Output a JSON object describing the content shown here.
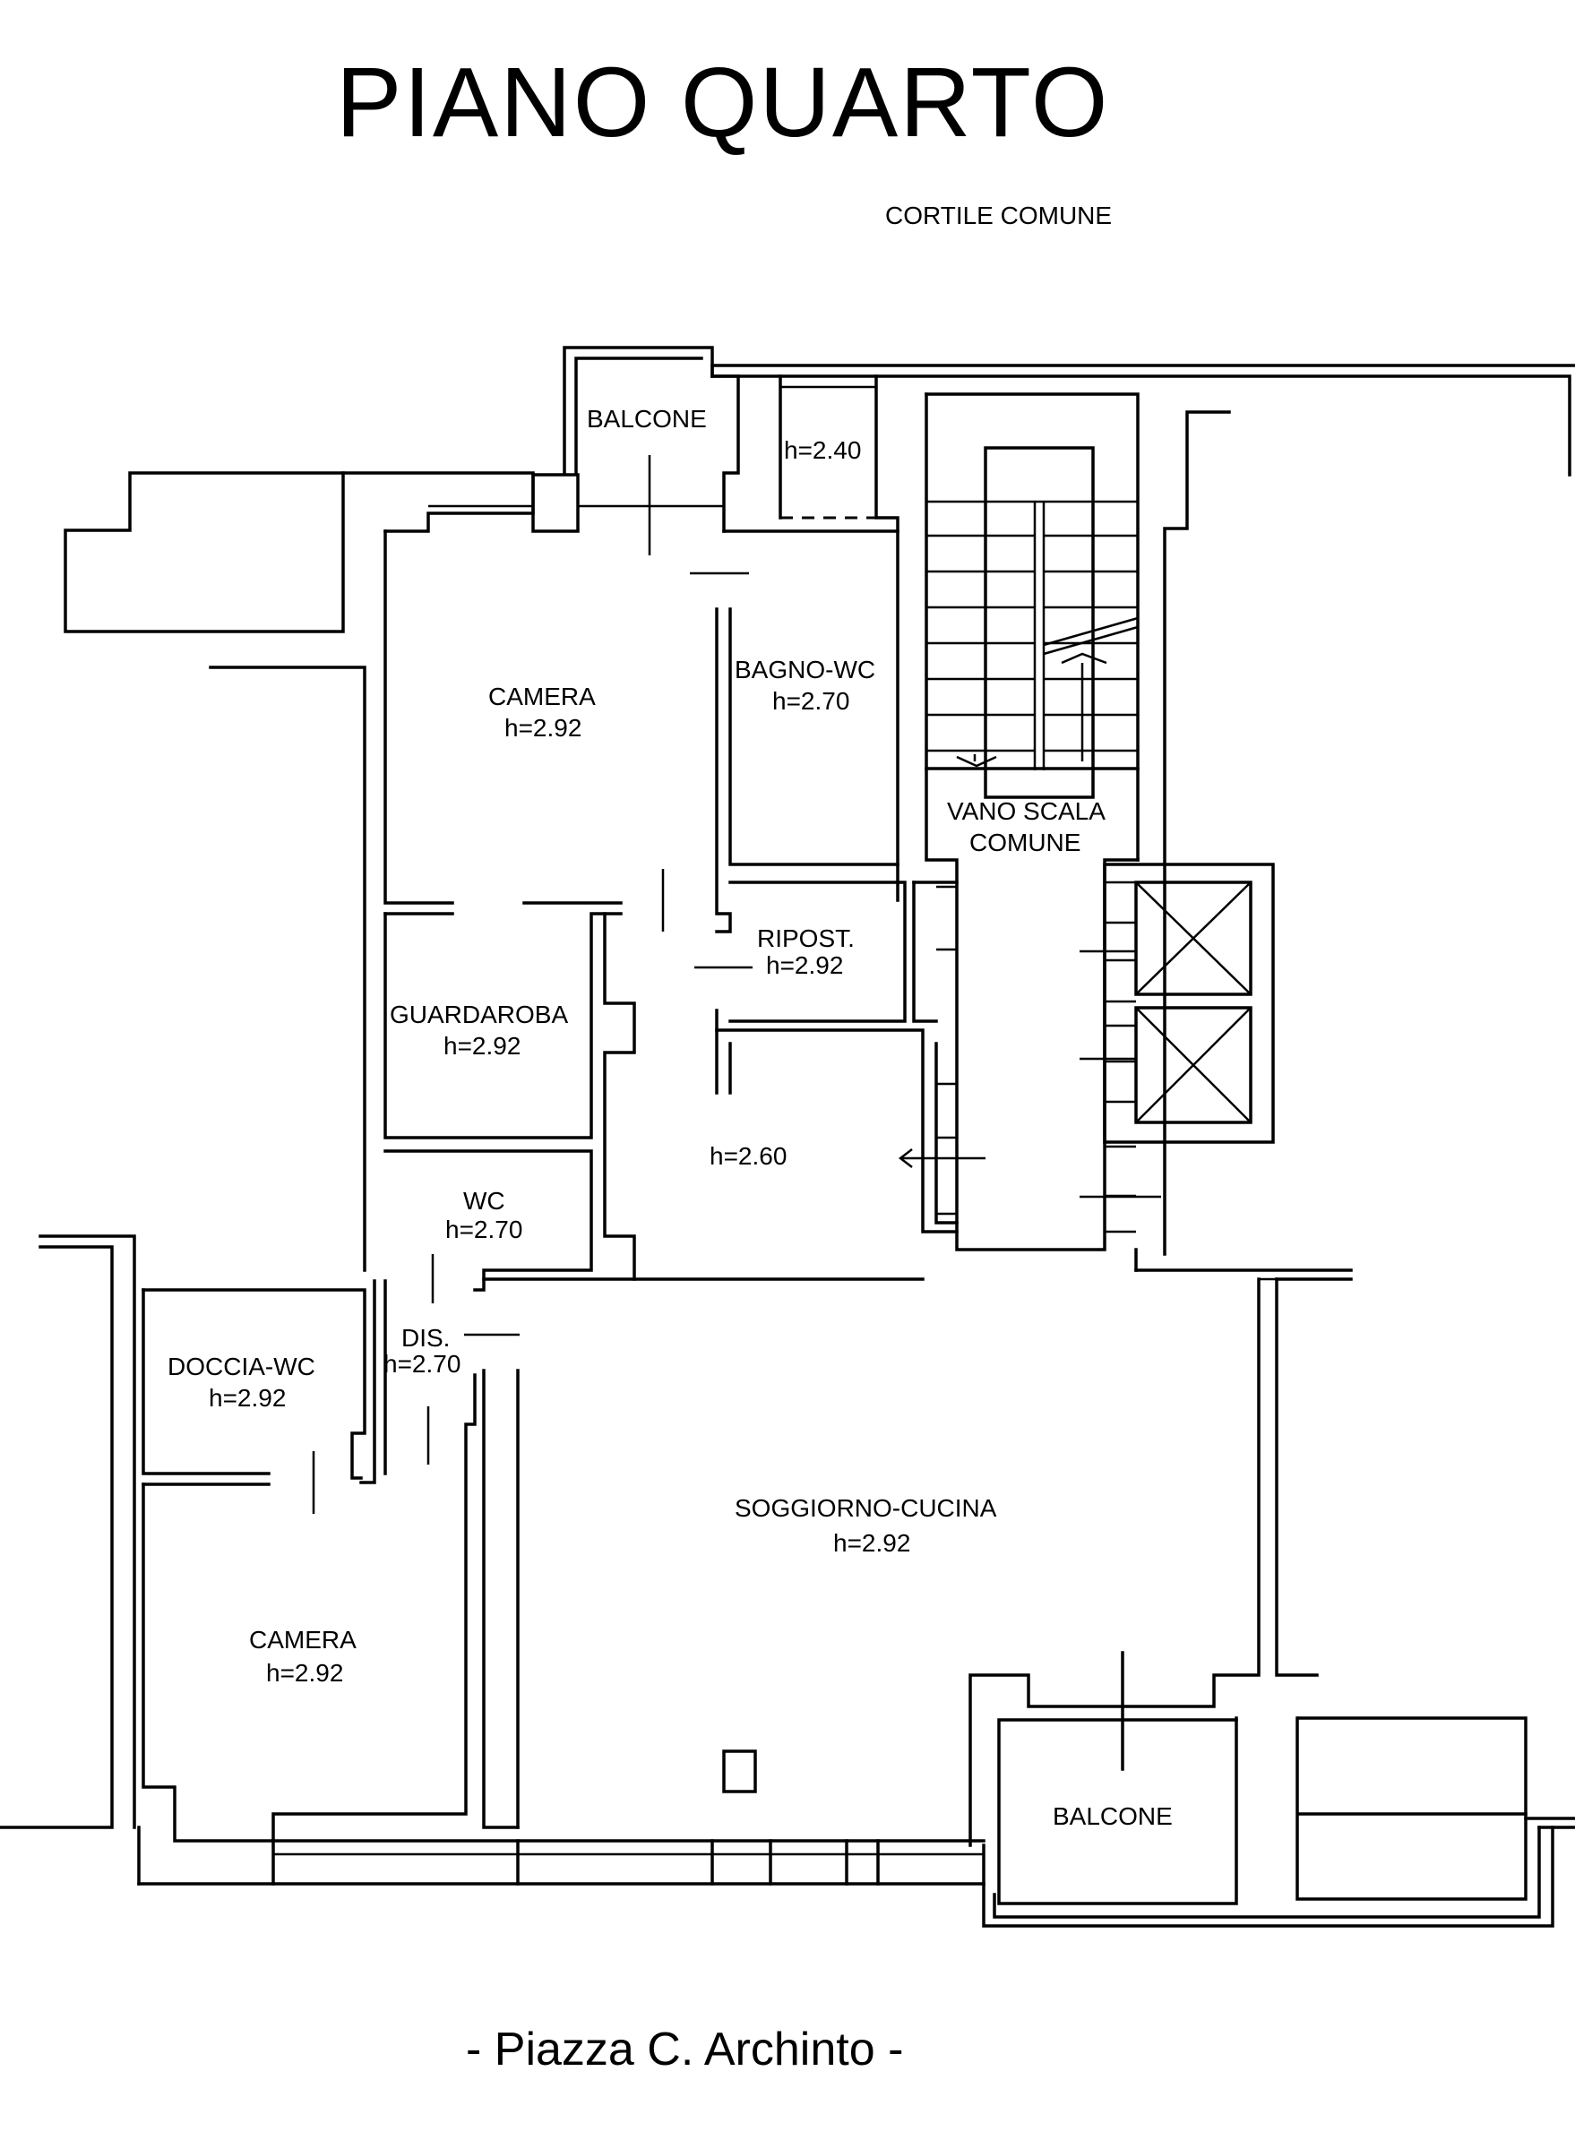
{
  "title": "PIANO QUARTO",
  "courtyard": "CORTILE COMUNE",
  "street": "- Piazza C. Archinto -",
  "rooms": {
    "balcone_top": {
      "name": "BALCONE"
    },
    "small_top": {
      "height": "h=2.40"
    },
    "camera_top": {
      "name": "CAMERA",
      "height": "h=2.92"
    },
    "bagno": {
      "name": "BAGNO-WC",
      "height": "h=2.70"
    },
    "vano_scala": {
      "name1": "VANO SCALA",
      "name2": "COMUNE"
    },
    "ripost": {
      "name": "RIPOST.",
      "height": "h=2.92"
    },
    "guardaroba": {
      "name": "GUARDAROBA",
      "height": "h=2.92"
    },
    "corridor": {
      "height": "h=2.60"
    },
    "wc": {
      "name": "WC",
      "height": "h=2.70"
    },
    "dis": {
      "name": "DIS.",
      "height": "h=2.70"
    },
    "doccia": {
      "name": "DOCCIA-WC",
      "height": "h=2.92"
    },
    "soggiorno": {
      "name": "SOGGIORNO-CUCINA",
      "height": "h=2.92"
    },
    "camera_bottom": {
      "name": "CAMERA",
      "height": "h=2.92"
    },
    "balcone_bottom": {
      "name": "BALCONE"
    }
  }
}
